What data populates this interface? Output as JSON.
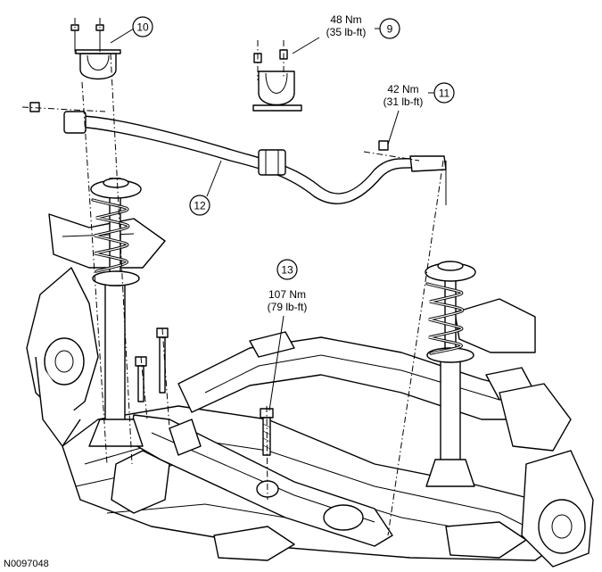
{
  "callouts": [
    {
      "id": "10",
      "label": "10"
    },
    {
      "id": "9",
      "label": "9",
      "torque_nm": "48 Nm",
      "torque_lbft": "(35 lb-ft)"
    },
    {
      "id": "11",
      "label": "11",
      "torque_nm": "42 Nm",
      "torque_lbft": "(31 lb-ft)"
    },
    {
      "id": "12",
      "label": "12"
    },
    {
      "id": "13",
      "label": "13",
      "torque_nm": "107 Nm",
      "torque_lbft": "(79 lb-ft)"
    }
  ],
  "figure_id": "N0097048"
}
